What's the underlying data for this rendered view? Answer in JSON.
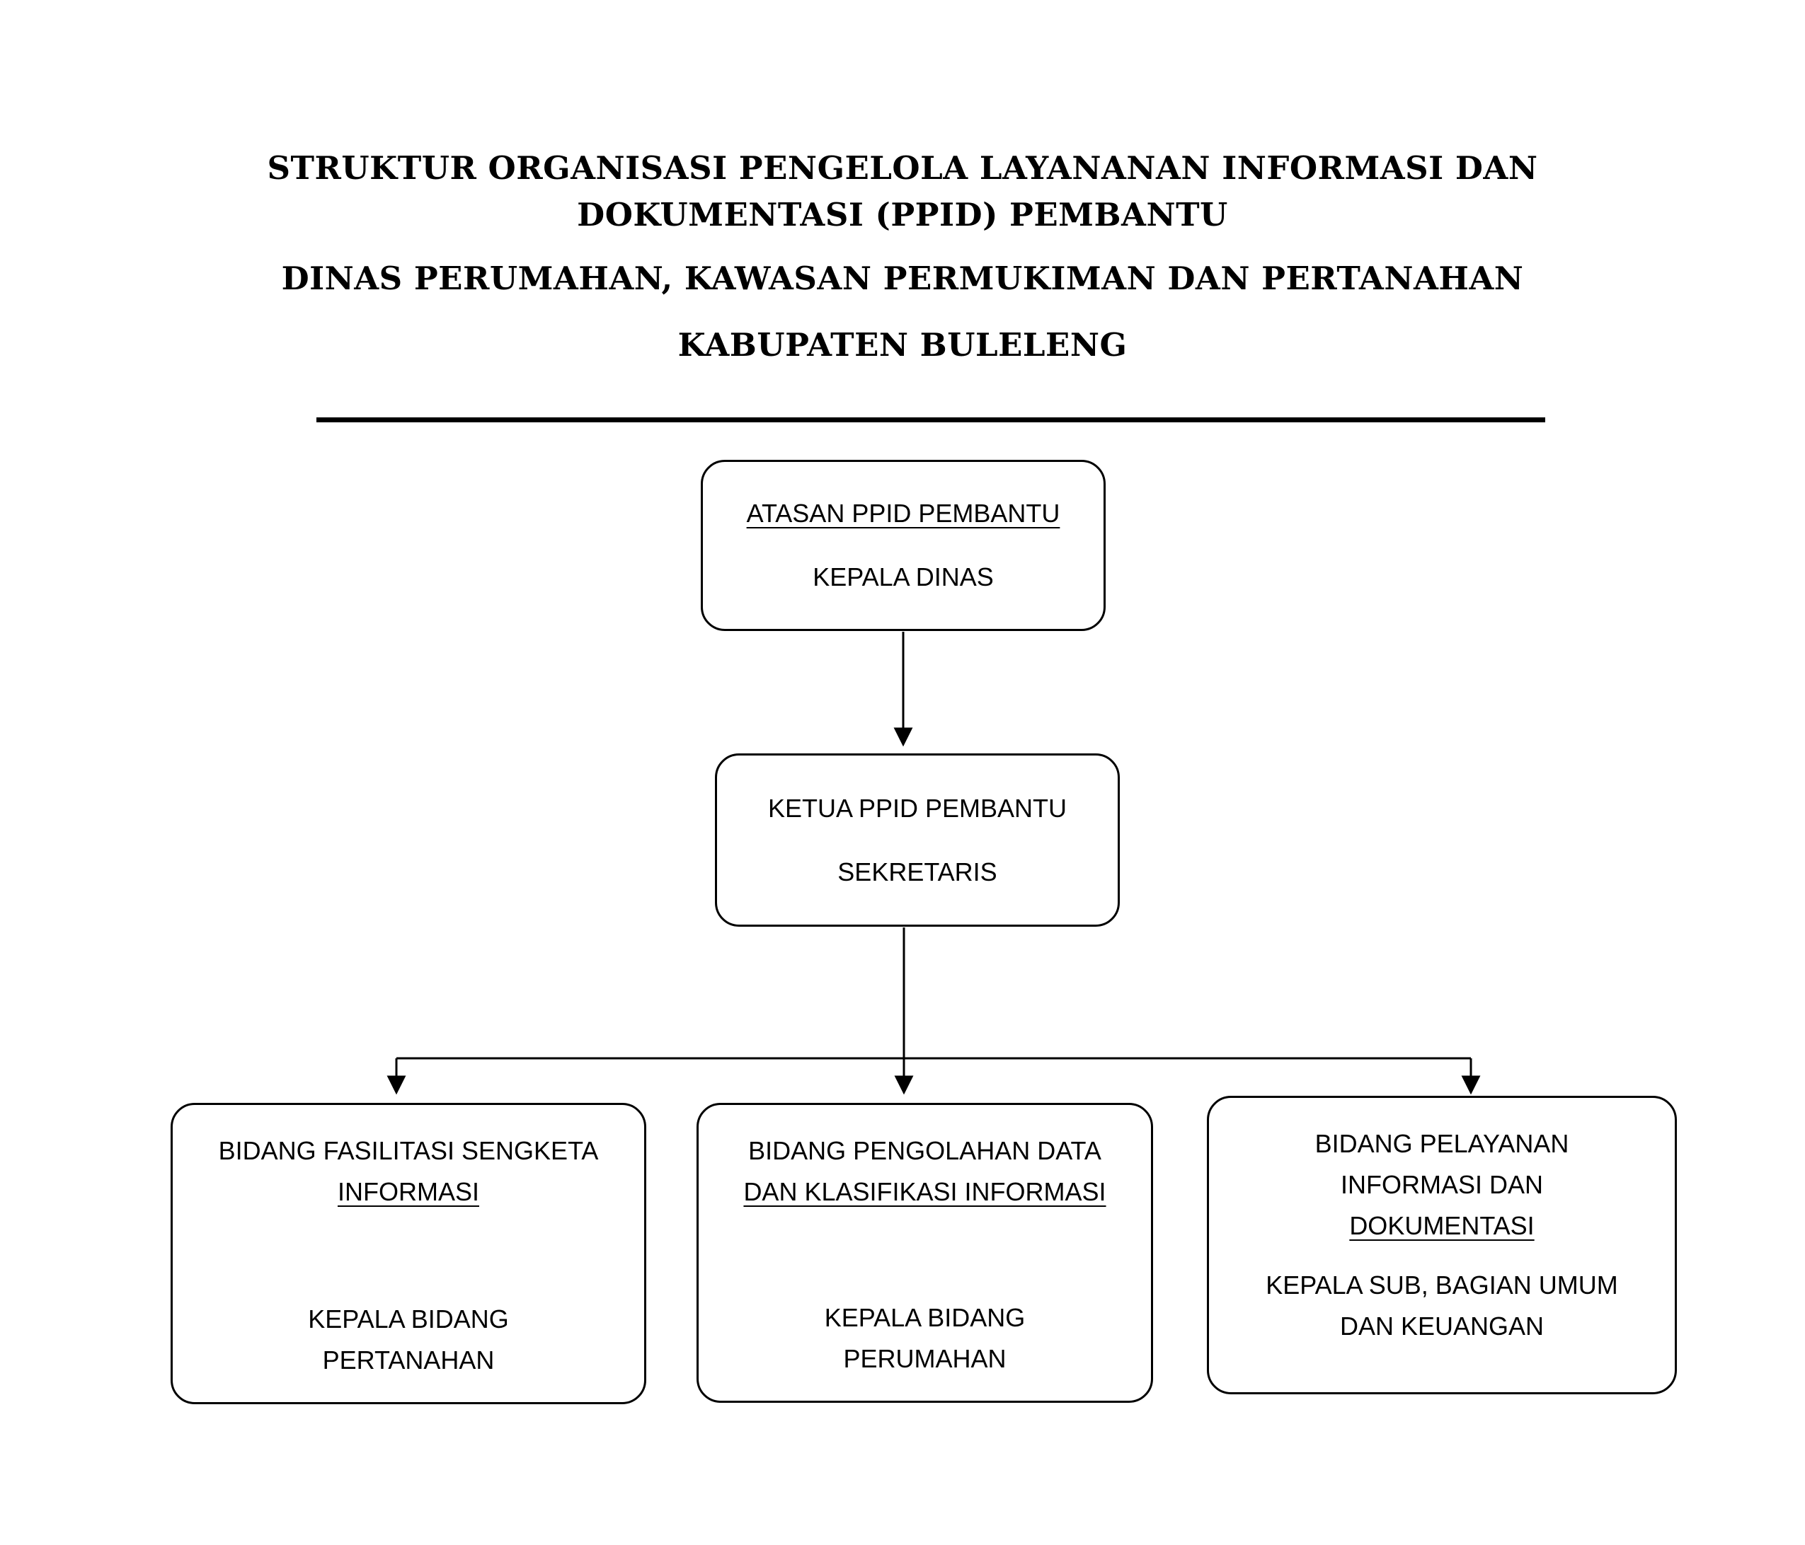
{
  "title": {
    "line1": "STRUKTUR ORGANISASI PENGELOLA LAYANANAN INFORMASI DAN",
    "line2": "DOKUMENTASI (PPID) PEMBANTU",
    "line3": "DINAS PERUMAHAN, KAWASAN PERMUKIMAN DAN PERTANAHAN",
    "line4": "KABUPATEN BULELENG"
  },
  "nodes": {
    "atasan": {
      "title": "ATASAN PPID PEMBANTU",
      "subtitle": "KEPALA DINAS"
    },
    "ketua": {
      "title": "KETUA PPID PEMBANTU",
      "subtitle": "SEKRETARIS"
    },
    "bidang_sengketa": {
      "title_line1": "BIDANG FASILITASI SENGKETA",
      "title_line2": "INFORMASI",
      "subtitle_line1": "KEPALA BIDANG",
      "subtitle_line2": "PERTANAHAN"
    },
    "bidang_pengolahan": {
      "title_line1": "BIDANG PENGOLAHAN DATA",
      "title_line2": "DAN KLASIFIKASI INFORMASI",
      "subtitle_line1": "KEPALA BIDANG",
      "subtitle_line2": "PERUMAHAN"
    },
    "bidang_pelayanan": {
      "title_line1": "BIDANG PELAYANAN",
      "title_line2": "INFORMASI DAN",
      "title_line3": "DOKUMENTASI",
      "subtitle_line1": "KEPALA SUB, BAGIAN UMUM",
      "subtitle_line2": "DAN KEUANGAN"
    }
  },
  "edges": [
    {
      "from": "atasan",
      "to": "ketua"
    },
    {
      "from": "ketua",
      "to": "bidang_sengketa"
    },
    {
      "from": "ketua",
      "to": "bidang_pengolahan"
    },
    {
      "from": "ketua",
      "to": "bidang_pelayanan"
    }
  ],
  "colors": {
    "text": "#000000",
    "border": "#000000",
    "background": "#ffffff"
  }
}
